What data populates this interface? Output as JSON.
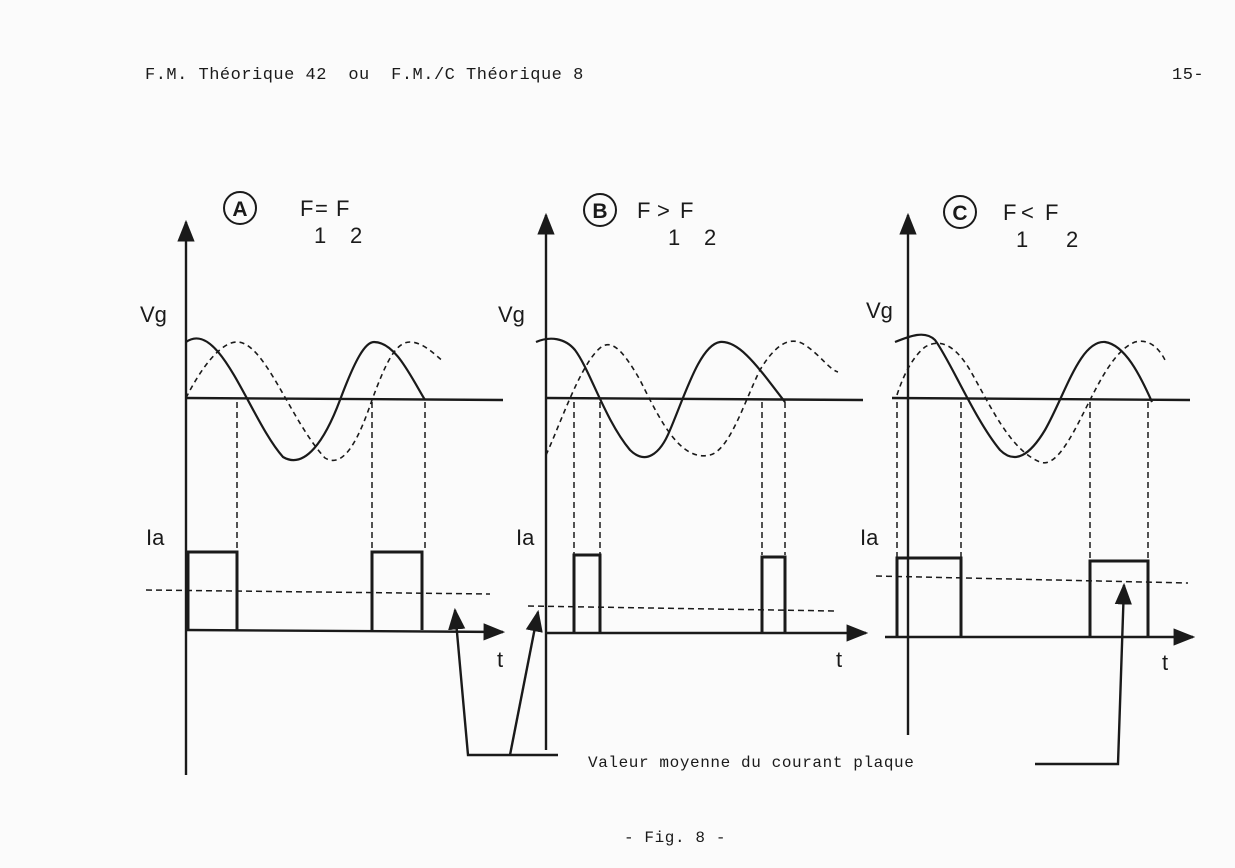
{
  "header": {
    "left": "F.M. Théorique 42  ou  F.M./C Théorique 8",
    "page": "15-"
  },
  "panels": [
    {
      "letter": "A",
      "relation": "=",
      "f1": "F",
      "f1_sub": "1",
      "f2": "F",
      "f2_sub": "2",
      "vg_label": "Vg",
      "ia_label": "Ia",
      "t_label": "t"
    },
    {
      "letter": "B",
      "relation": ">",
      "f1": "F",
      "f1_sub": "1",
      "f2": "F",
      "f2_sub": "2",
      "vg_label": "Vg",
      "ia_label": "Ia",
      "t_label": "t"
    },
    {
      "letter": "C",
      "relation": "<",
      "f1": "F",
      "f1_sub": "1",
      "f2": "F",
      "f2_sub": "2",
      "vg_label": "Vg",
      "ia_label": "Ia",
      "t_label": "t"
    }
  ],
  "caption": "Valeur moyenne du courant plaque",
  "figure_label": "- Fig. 8 -"
}
